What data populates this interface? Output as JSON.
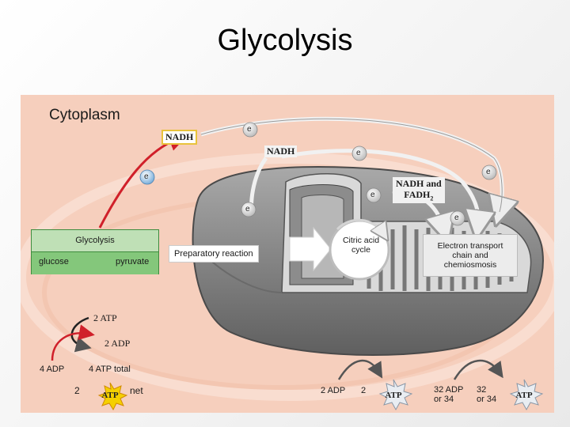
{
  "title": "Glycolysis",
  "figure": {
    "region": "Cytoplasm",
    "electron": "e",
    "nadh_glycolysis": "NADH",
    "nadh_prep": "NADH",
    "nadh_fadh2": {
      "line1": "NADH and",
      "line2": "FADH",
      "sub": "2"
    },
    "glycolysis_box": {
      "title": "Glycolysis",
      "from": "glucose",
      "to": "pyruvate"
    },
    "preparatory": "Preparatory reaction",
    "citric_acid": {
      "line1": "Citric acid",
      "line2": "cycle"
    },
    "etc": {
      "line1": "Electron transport",
      "line2": "chain and",
      "line3": "chemiosmosis"
    },
    "glycolysis_atp": {
      "two_atp": "2 ATP",
      "two_adp": "2 ADP",
      "four_adp": "4 ADP",
      "four_atp_total": "4 ATP total",
      "net_count": "2",
      "net_label": "net"
    },
    "citric_atp": {
      "adp": "2 ADP",
      "count": "2"
    },
    "etc_atp": {
      "adp_line1": "32 ADP",
      "adp_line2": "or 34",
      "count_line1": "32",
      "count_line2": "or 34"
    },
    "atp_label": "ATP"
  },
  "colors": {
    "background_peach": "#f6cfbd",
    "mito_gray": "#8a8a8a",
    "glycolysis_green": "#84c77b",
    "nadh_border": "#e9c33c",
    "electron_arrow_red": "#d0202a",
    "atp_star_yellow": "#f5d000"
  }
}
